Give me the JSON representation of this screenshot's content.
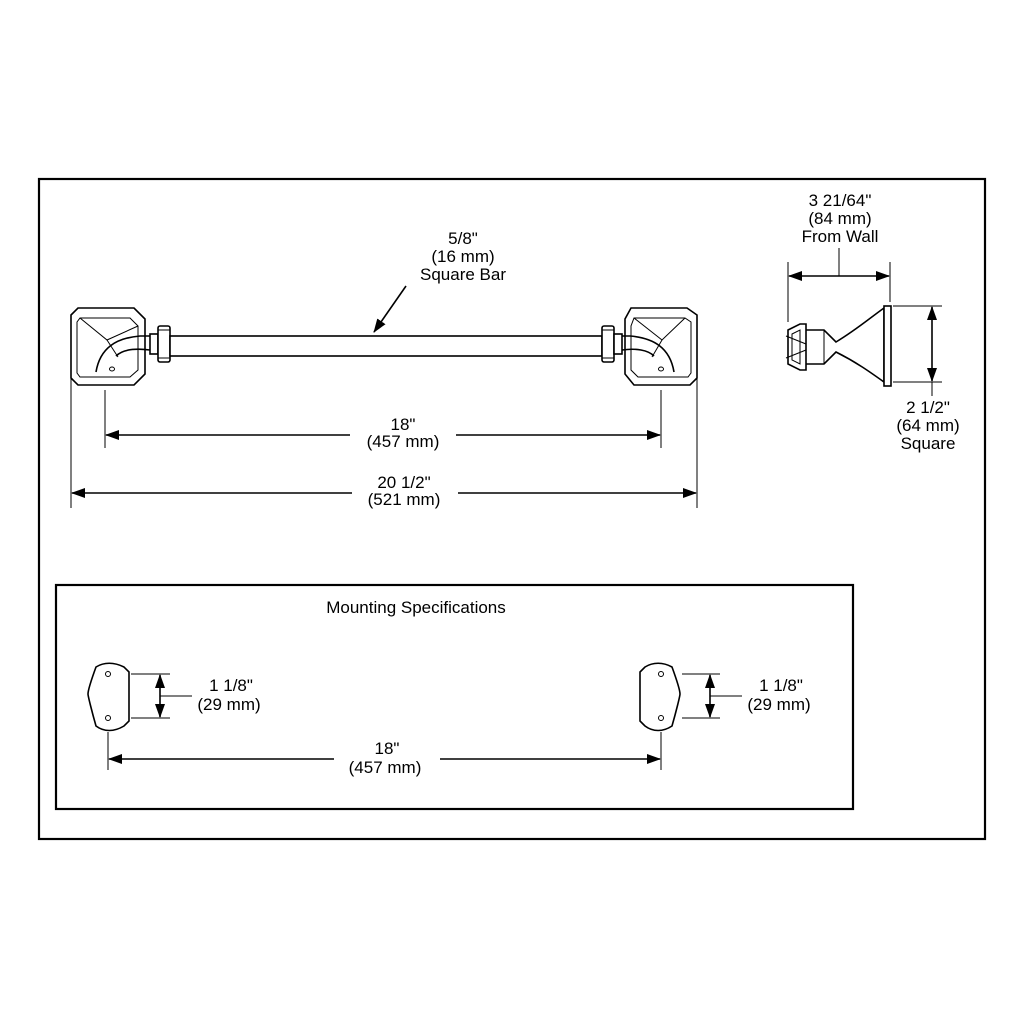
{
  "bar_spec": {
    "line1": "5/8\"",
    "line2": "(16 mm)",
    "line3": "Square Bar"
  },
  "inner_span": {
    "imperial": "18\"",
    "metric": "(457 mm)"
  },
  "overall_length": {
    "imperial": "20 1/2\"",
    "metric": "(521 mm)"
  },
  "projection": {
    "line1": "3 21/64\"",
    "line2": "(84 mm)",
    "line3": "From Wall"
  },
  "flange_size": {
    "line1": "2 1/2\"",
    "line2": "(64 mm)",
    "line3": "Square"
  },
  "mounting": {
    "title": "Mounting Specifications",
    "left_hole_spacing": {
      "imperial": "1 1/8\"",
      "metric": "(29 mm)"
    },
    "right_hole_spacing": {
      "imperial": "1 1/8\"",
      "metric": "(29 mm)"
    },
    "span": {
      "imperial": "18\"",
      "metric": "(457 mm)"
    }
  }
}
